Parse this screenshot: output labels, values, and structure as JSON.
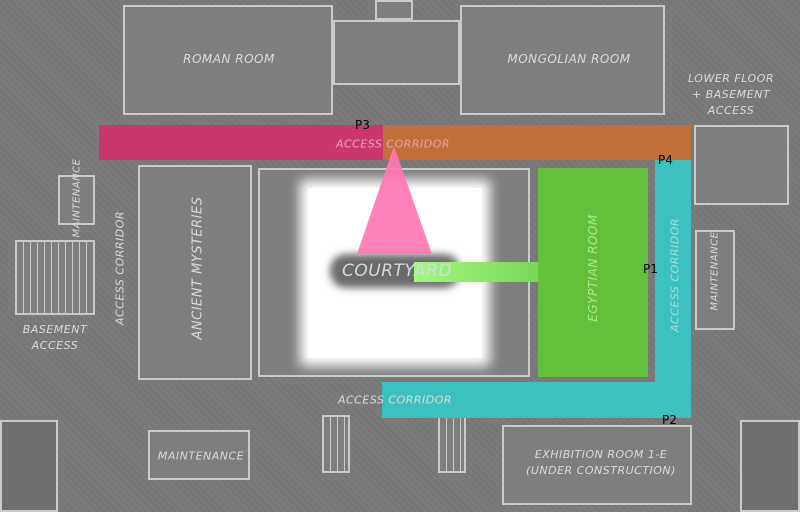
{
  "rooms": {
    "roman": "ROMAN ROOM",
    "mongolian": "MONGOLIAN ROOM",
    "lower_floor": "LOWER FLOOR\n+ BASEMENT\nACCESS",
    "maintenance_left": "MAINTENANCE",
    "maintenance_right": "MAINTENANCE",
    "maintenance_bottom": "MAINTENANCE",
    "access_corridor_left": "ACCESS CORRIDOR",
    "access_corridor_top": "ACCESS CORRIDOR",
    "access_corridor_bottom": "ACCESS CORRIDOR",
    "access_corridor_right": "ACCESS CORRIDOR",
    "ancient_mysteries": "ANCIENT MYSTERIES",
    "basement_access": "BASEMENT\nACCESS",
    "courtyard": "COURTYARD",
    "egyptian": "EGYPTIAN ROOM",
    "exhibition": "EXHIBITION ROOM 1-E\n(UNDER CONSTRUCTION)"
  },
  "points": {
    "p1": "P1",
    "p2": "P2",
    "p3": "P3",
    "p4": "P4"
  },
  "colors": {
    "magenta": "#c8386e",
    "orange": "#c07038",
    "teal": "#3cc0c0",
    "green": "#62c03a",
    "pink": "#ff78b4",
    "light_green": "#a0f880"
  }
}
